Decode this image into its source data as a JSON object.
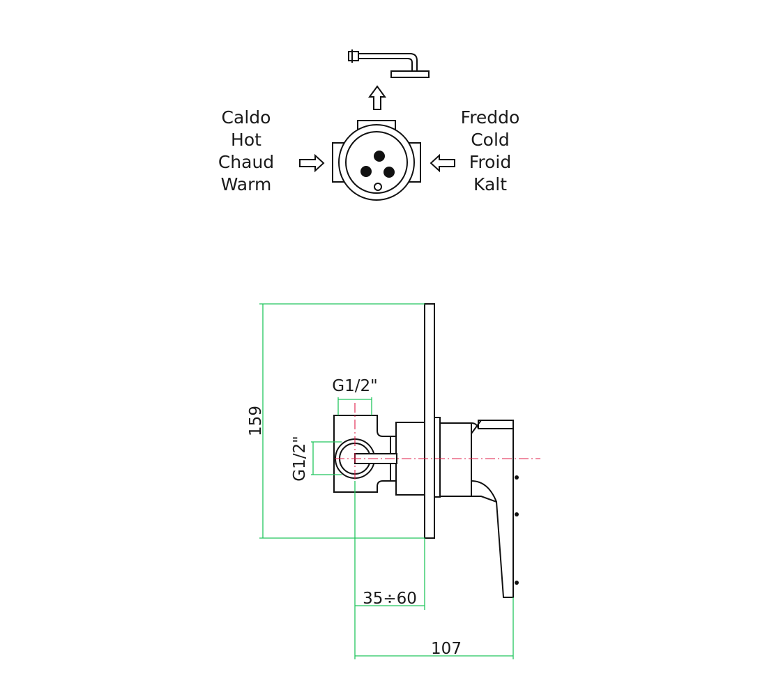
{
  "labels": {
    "hot_lines": [
      "Caldo",
      "Hot",
      "Chaud",
      "Warm"
    ],
    "cold_lines": [
      "Freddo",
      "Cold",
      "Froid",
      "Kalt"
    ]
  },
  "dimensions": {
    "height": "159",
    "thread_top": "G1/2\"",
    "thread_side": "G1/2\"",
    "depth_range": "35÷60",
    "projection": "107"
  },
  "colors": {
    "line": "#111111",
    "dimension_line": "#22c55e",
    "center_line": "#e11d48"
  }
}
